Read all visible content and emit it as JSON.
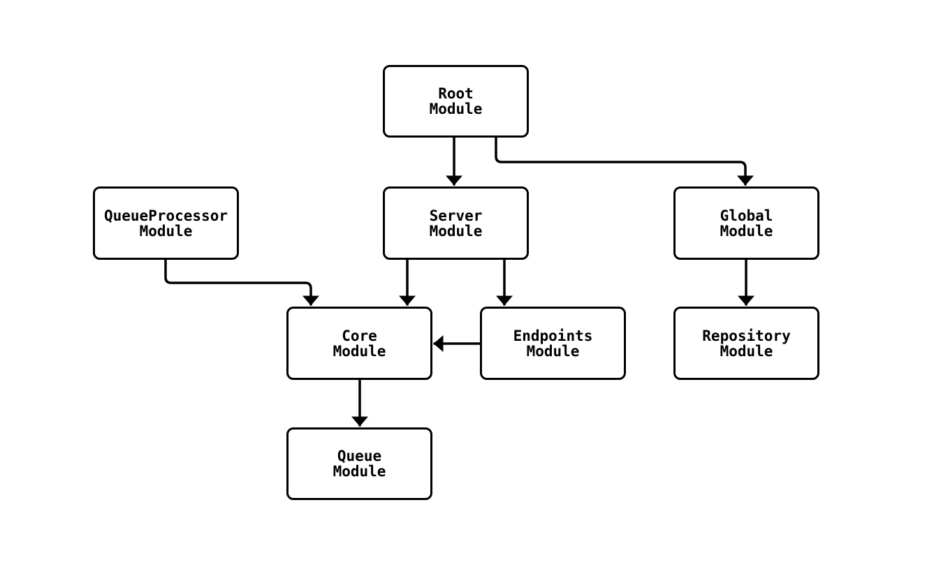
{
  "diagram": {
    "type": "module-dependency-graph",
    "background_color": "#ffffff",
    "node_fill": "#ffffff",
    "stroke_color": "#000000",
    "nodes": {
      "root": {
        "line1": "Root",
        "line2": "Module"
      },
      "queueprocessor": {
        "line1": "QueueProcessor",
        "line2": "Module"
      },
      "server": {
        "line1": "Server",
        "line2": "Module"
      },
      "global": {
        "line1": "Global",
        "line2": "Module"
      },
      "core": {
        "line1": "Core",
        "line2": "Module"
      },
      "endpoints": {
        "line1": "Endpoints",
        "line2": "Module"
      },
      "repository": {
        "line1": "Repository",
        "line2": "Module"
      },
      "queue": {
        "line1": "Queue",
        "line2": "Module"
      }
    },
    "edges": [
      {
        "from": "Root Module",
        "to": "Server Module"
      },
      {
        "from": "Root Module",
        "to": "Global Module"
      },
      {
        "from": "QueueProcessor Module",
        "to": "Core Module"
      },
      {
        "from": "Server Module",
        "to": "Core Module"
      },
      {
        "from": "Server Module",
        "to": "Endpoints Module"
      },
      {
        "from": "Endpoints Module",
        "to": "Core Module"
      },
      {
        "from": "Global Module",
        "to": "Repository Module"
      },
      {
        "from": "Core Module",
        "to": "Queue Module"
      }
    ]
  }
}
